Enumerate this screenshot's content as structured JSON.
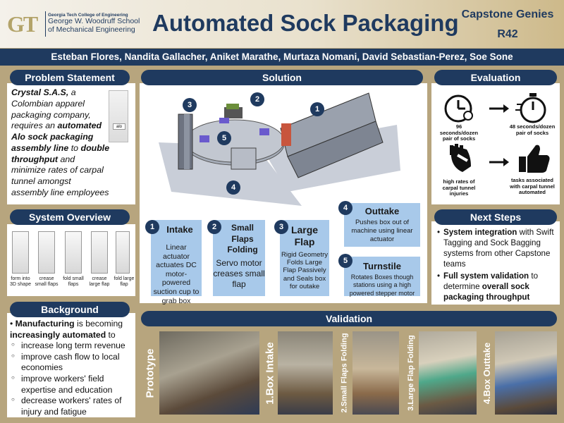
{
  "header": {
    "logo_mark": "GT",
    "logo_line1": "Georgia Tech College of Engineering",
    "logo_line2": "George W. Woodruff School",
    "logo_line3": "of Mechanical Engineering",
    "title": "Automated Sock Packaging",
    "team_name": "Capstone Genies",
    "team_code": "R42"
  },
  "authors": "Esteban Flores, Nandita Gallacher, Aniket Marathe, Murtaza Nomani, David Sebastian-Perez, Soe Sone",
  "problem": {
    "heading": "Problem Statement",
    "p1": "Crystal S.A.S,",
    "p2": " a Colombian apparel packaging company, requires an ",
    "p3": "automated Alo sock packaging assembly line",
    "p4": " to ",
    "p5": "double throughput",
    "p6": " and minimize rates of carpal tunnel amongst assembly line employees",
    "photo_tag": "alo"
  },
  "overview": {
    "heading": "System Overview",
    "steps": [
      "form into 3D shape",
      "crease small flaps",
      "fold small flaps",
      "crease large flap",
      "fold large flap"
    ]
  },
  "background": {
    "heading": "Background",
    "lead_bold": "Manufacturing",
    "lead_mid": " is becoming ",
    "lead_bold2": "increasingly automated",
    "lead_end": " to",
    "items": [
      "increase long term revenue",
      "improve cash flow to local economies",
      "improve workers' field expertise and education",
      "decrease workers' rates of injury and fatigue"
    ]
  },
  "solution": {
    "heading": "Solution",
    "markers": [
      "1",
      "2",
      "3",
      "4",
      "5"
    ],
    "cards": [
      {
        "num": "1",
        "title": "Intake",
        "body": "Linear actuator actuates DC motor-powered suction cup to grab box"
      },
      {
        "num": "2",
        "title": "Small Flaps Folding",
        "body": "Servo motor creases small flap"
      },
      {
        "num": "3",
        "title": "Large Flap",
        "body": "Rigid Geometry Folds Large Flap Passively and Seals box for outake"
      },
      {
        "num": "4",
        "title": "Outtake",
        "body": "Pushes box out of machine using linear actuator"
      },
      {
        "num": "5",
        "title": "Turnstile",
        "body": "Rotates Boxes though stations using a high powered stepper motor"
      }
    ]
  },
  "evaluation": {
    "heading": "Evaluation",
    "before_time": "96 seconds/dozen pair of socks",
    "after_time": "48 seconds/dozen pair of socks",
    "before_injury": "high rates of carpal tunnel injuries",
    "after_injury": "tasks associated with carpal tunnel automated"
  },
  "next_steps": {
    "heading": "Next Steps",
    "item1_bold": "System integration",
    "item1_rest": " with Swift Tagging and Sock Bagging systems from other Capstone teams",
    "item2_bold": "Full system validation",
    "item2_rest": " to determine ",
    "item2_bold2": "overall sock packaging throughput"
  },
  "validation": {
    "heading": "Validation",
    "labels": [
      "Prototype",
      "1.Box Intake",
      "2.Small Flaps Folding",
      "3.Large Flap Folding",
      "4.Box Outtake"
    ]
  },
  "colors": {
    "navy": "#1f3a5f",
    "gold": "#b3a369",
    "card_blue": "#a8c9ea",
    "gradient_end": "#cdb98a"
  }
}
